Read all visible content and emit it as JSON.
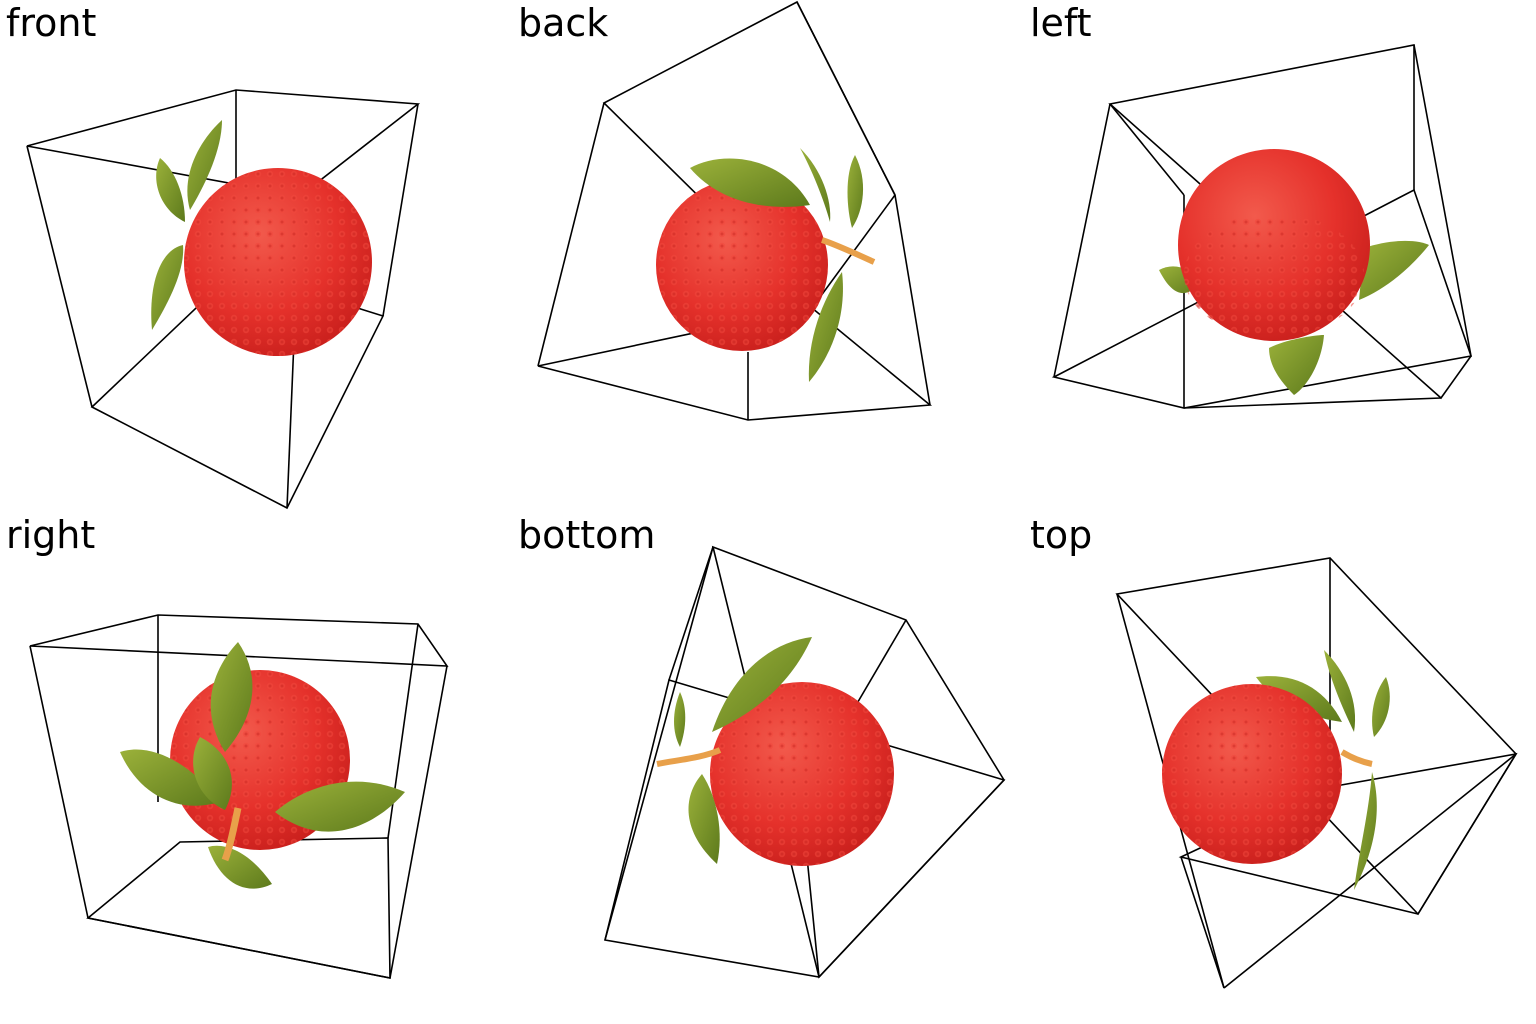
{
  "views": {
    "front": {
      "label": "front"
    },
    "back": {
      "label": "back"
    },
    "left": {
      "label": "left"
    },
    "right": {
      "label": "right"
    },
    "bottom": {
      "label": "bottom"
    },
    "top": {
      "label": "top"
    }
  },
  "colors": {
    "fruit": "#e5312b",
    "fruit_shadow": "#c81f1c",
    "fruit_highlight": "#f25a4c",
    "leaf": "#7f9a2a",
    "leaf_dark": "#5d7a1c",
    "stem": "#e8a04a",
    "box_line": "#000000"
  }
}
